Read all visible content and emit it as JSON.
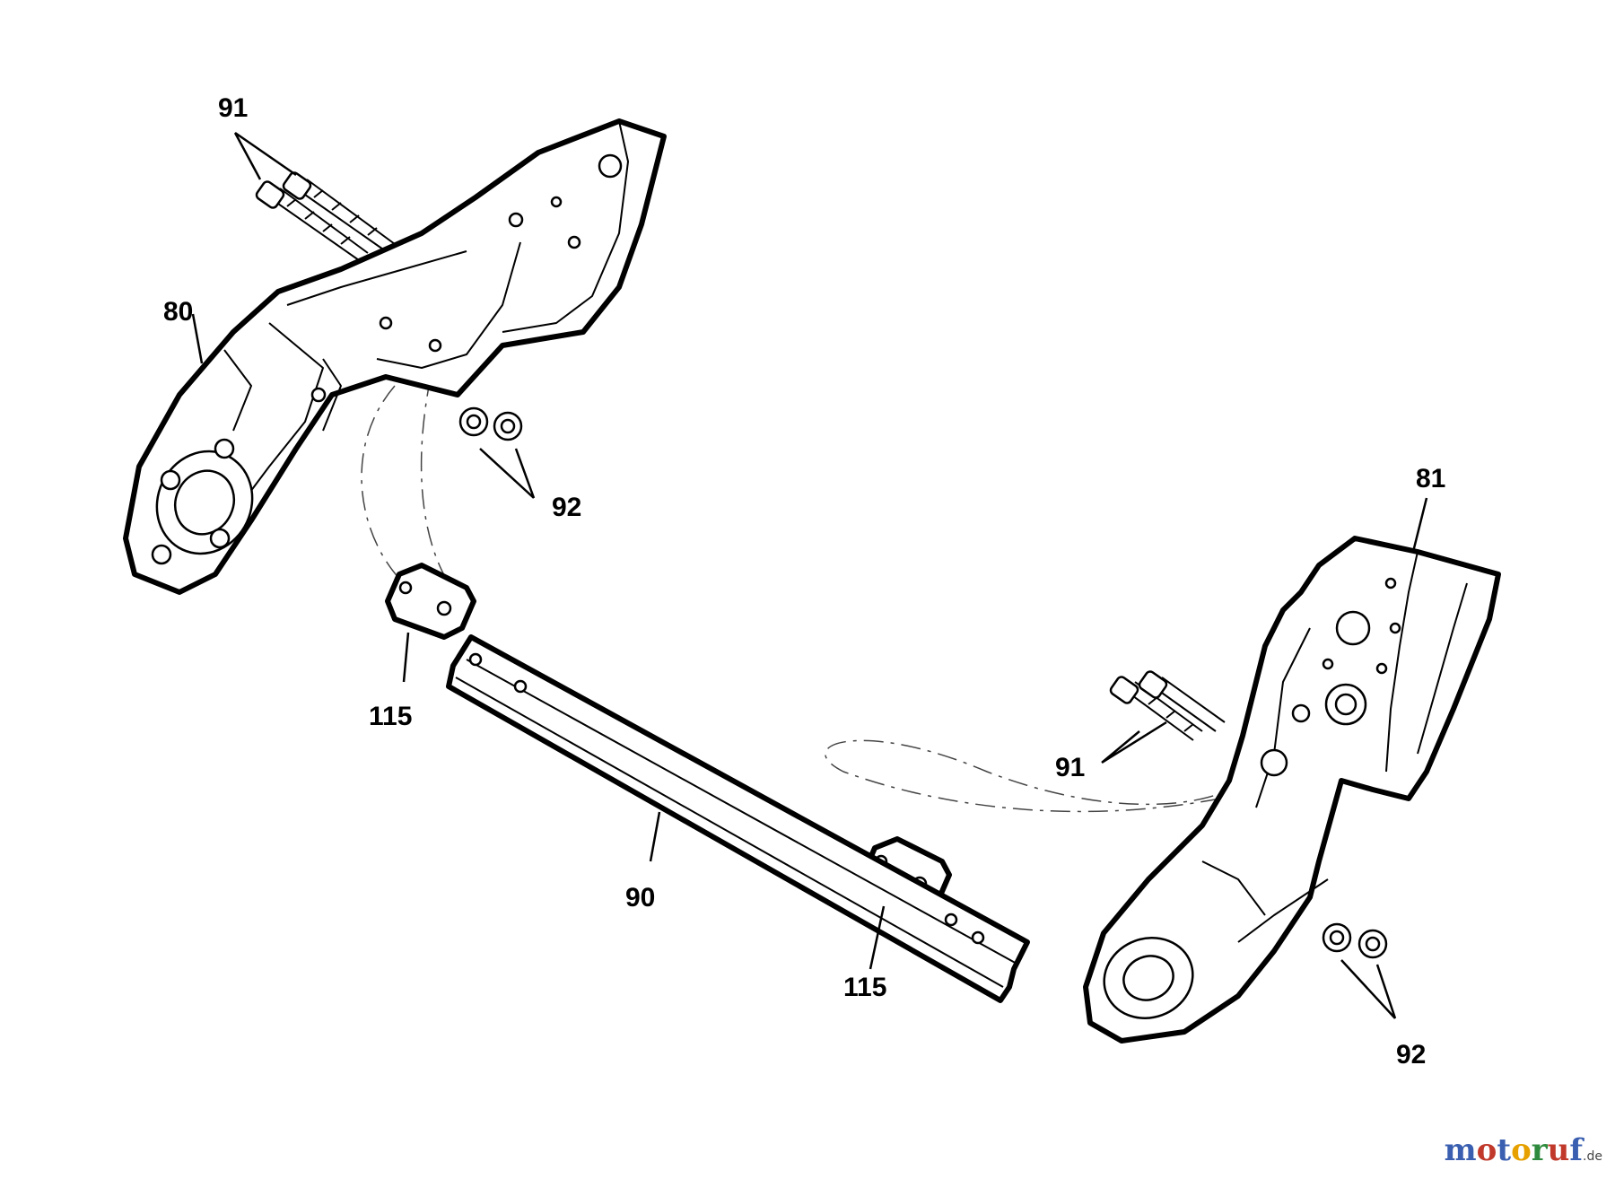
{
  "labels": {
    "part_80": "80",
    "part_81": "81",
    "part_90": "90",
    "part_91_top": "91",
    "part_91_right": "91",
    "part_92_left": "92",
    "part_92_right": "92",
    "part_115_left": "115",
    "part_115_right": "115"
  },
  "watermark": {
    "letters": [
      "m",
      "o",
      "t",
      "o",
      "r",
      "u",
      "f"
    ],
    "colors": [
      "#3a5fb0",
      "#c0392b",
      "#3a5fb0",
      "#e6a100",
      "#2e8b3d",
      "#c0392b",
      "#3a5fb0"
    ],
    "suffix": ".de"
  }
}
